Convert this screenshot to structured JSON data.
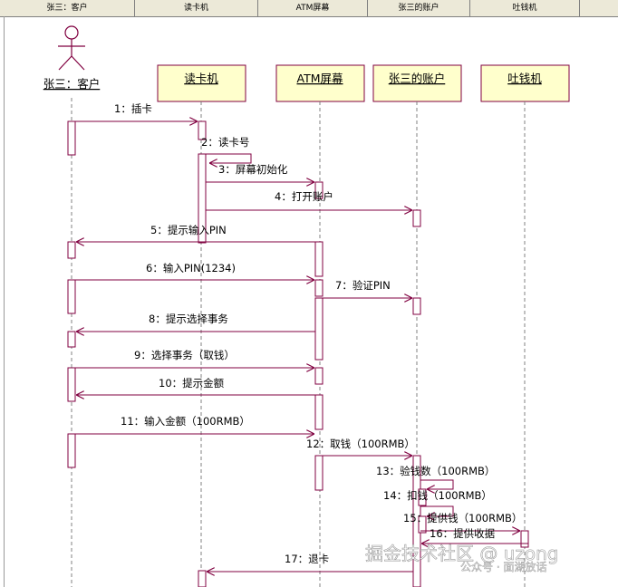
{
  "header_tabs": [
    "张三：客户",
    "读卡机",
    "ATM屏幕",
    "张三的账户",
    "吐钱机"
  ],
  "actor": {
    "name": "张三：客户"
  },
  "objects": [
    "读卡机",
    "ATM屏幕",
    "张三的账户",
    "吐钱机"
  ],
  "messages": [
    "1：插卡",
    "2：读卡号",
    "3：屏幕初始化",
    "4：打开账户",
    "5：提示输入PIN",
    "6：输入PIN(1234)",
    "7：验证PIN",
    "8：提示选择事务",
    "9：选择事务（取钱）",
    "10：提示金额",
    "11：输入金额（100RMB）",
    "12：取钱（100RMB）",
    "13：验钱数（100RMB）",
    "14：扣钱（100RMB）",
    "15：提供钱（100RMB）",
    "16：提供收据",
    "17：退卡"
  ],
  "watermark": {
    "main": "掘金技术社区 @ uzong",
    "sub": "公众号 · 面湖放话"
  },
  "colors": {
    "object_fill": "#ffffcc",
    "arrow": "#800040",
    "lifeline": "#808080"
  }
}
